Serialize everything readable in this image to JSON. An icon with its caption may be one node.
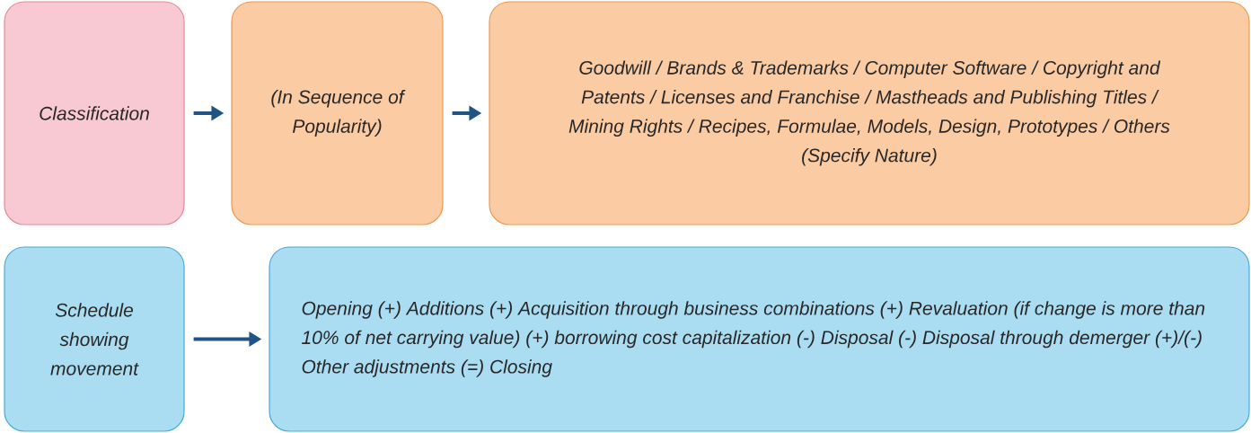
{
  "diagram": {
    "nodes": [
      {
        "text": [
          "Classification"
        ]
      },
      {
        "text": [
          "(In Sequence of Popularity)"
        ]
      },
      {
        "text": [
          "Goodwill / Brands & Trademarks / Computer Software / Copyright and Patents / Licenses and Franchise / Mastheads and Publishing Titles / Mining Rights / Recipes, Formulae, Models, Design, Prototypes / Others (Specify Nature)"
        ]
      },
      {
        "text": [
          "Schedule showing movement"
        ]
      },
      {
        "text": [
          "Opening (+) Additions (+) Acquisition through business combinations (+) Revaluation (if change is more than 10% of net carrying value) (+) borrowing cost capitalization (-) Disposal (-) Disposal through demerger (+)/(-) Other adjustments (=) Closing"
        ]
      }
    ],
    "edges": [
      {
        "from": 0,
        "to": 1,
        "arrow": "to"
      },
      {
        "from": 1,
        "to": 2,
        "arrow": "to"
      },
      {
        "from": 3,
        "to": 4,
        "arrow": "to"
      }
    ]
  }
}
